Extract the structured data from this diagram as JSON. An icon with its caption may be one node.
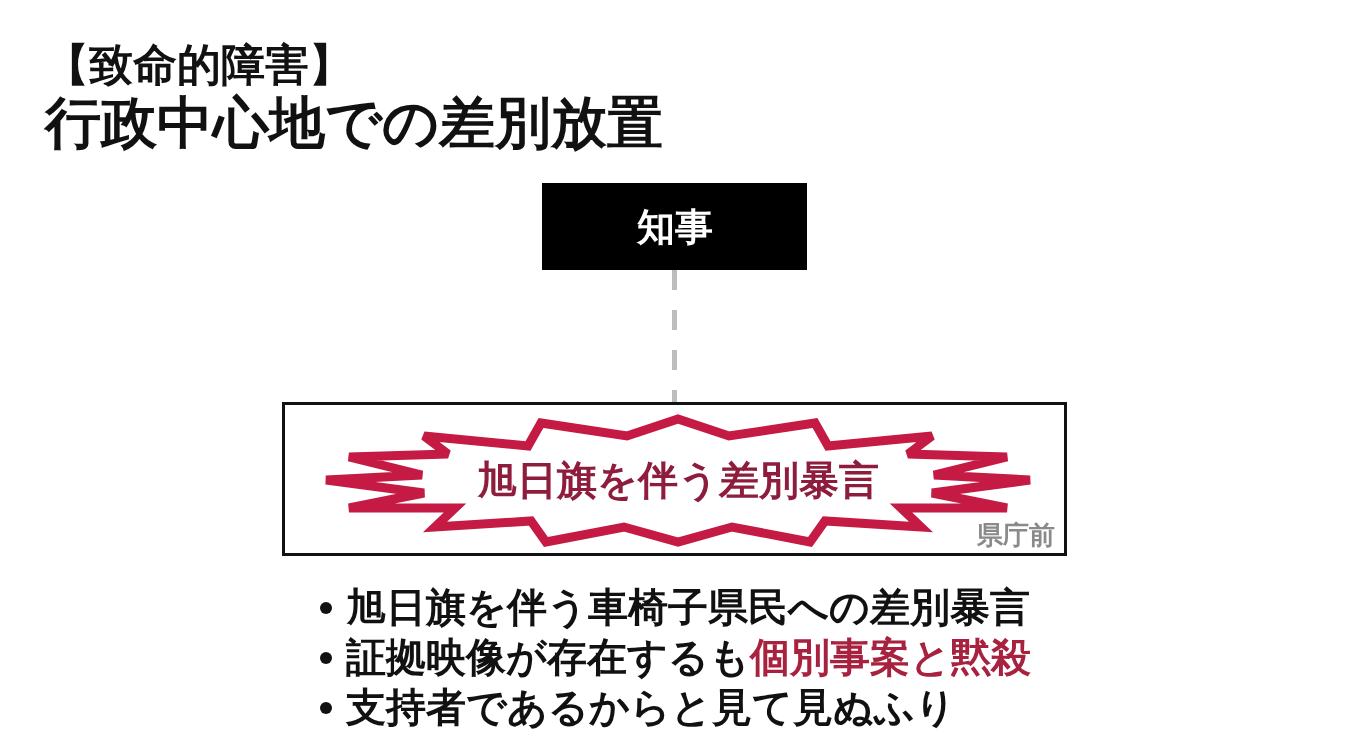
{
  "diagram": {
    "title": "行政中心地での差別放置",
    "nodes": [
      {
        "text": [
          "知事"
        ]
      },
      {
        "text": [
          "県庁前"
        ]
      },
      {
        "text": [
          "旭日旗を伴う差別暴言"
        ],
        "in": 1
      }
    ],
    "edges": [
      {
        "from": 0,
        "to": 1,
        "arrow": "none",
        "style": "dashed"
      }
    ],
    "labels": [
      "【致命的障害】",
      "旭日旗を伴う車椅子県民への差別暴言",
      "証拠映像が存在するも**個別事案と黙殺**",
      "支持者であるからと見て見ぬふり"
    ]
  }
}
